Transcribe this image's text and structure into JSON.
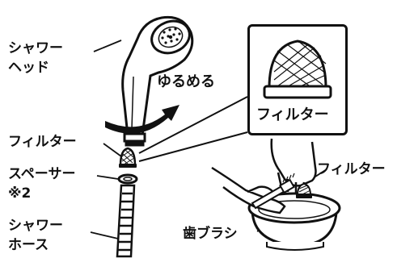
{
  "labels": {
    "shower_head": [
      "シャワー",
      "ヘッド"
    ],
    "loosen": "ゆるめる",
    "filter_callout": "フィルター",
    "filter_left": "フィルター",
    "spacer": [
      "スペーサー",
      "※2"
    ],
    "shower_hose": [
      "シャワー",
      "ホース"
    ],
    "filter_right": "フィルター",
    "toothbrush": "歯ブラシ"
  },
  "colors": {
    "ink": "#111111",
    "arrow_fill": "#111111",
    "background": "#ffffff"
  }
}
